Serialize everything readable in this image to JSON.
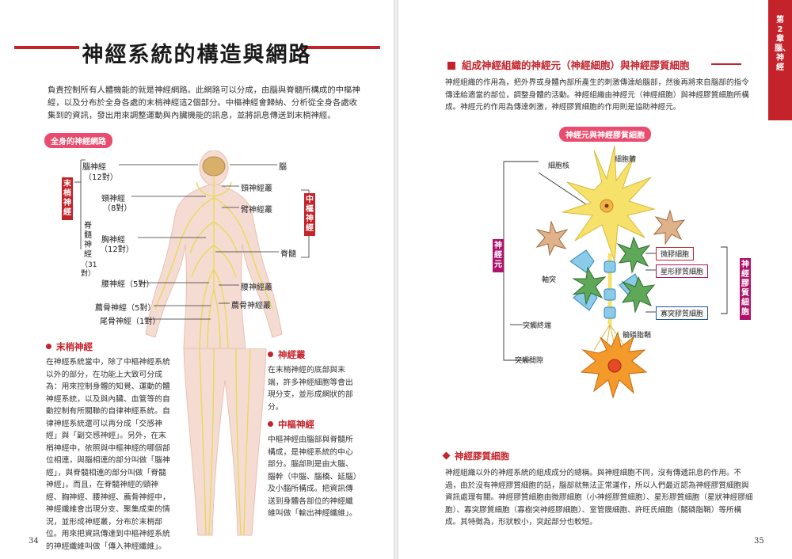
{
  "left_page": {
    "title": "神經系統的構造與網路",
    "intro": "負責控制所有人體機能的就是神經網路。此網路可以分成，由腦與脊髓所構成的中樞神經，以及分布於全身各處的末梢神經這2個部分。中樞神經會歸納、分析從全身各處收集到的資訊，發出用來調整運動與內臟機能的訊息，並將訊息傳送到末梢神經。",
    "diagram_label": "全身的神經網路",
    "labels": {
      "cranial": "腦神經",
      "cranial_count": "（12對）",
      "cervical": "頸神經",
      "cervical_count": "（8對）",
      "thoracic": "胸神經",
      "thoracic_count": "（12對）",
      "lumbar": "腰神經（5對）",
      "sacral": "薦骨神經（5對）",
      "coccygeal": "尾骨神經（1對）",
      "spinal_vertical": "脊髓神經",
      "spinal_count": "（31對）",
      "peripheral_vertical": "末梢神經",
      "central_vertical": "中樞神經",
      "brain": "腦",
      "cervical_plexus": "頸神經叢",
      "brachial_plexus": "臂神經叢",
      "spinal_cord": "脊髓",
      "lumbar_plexus": "腰神經叢",
      "sacral_plexus": "薦骨神經叢"
    },
    "section_peripheral": {
      "heading": "末梢神經",
      "text": "在神經系統當中，除了中樞神經系統以外的部分，在功能上大致可分成為：用來控制身體的知覺、運動的體神經系統，以及與內臟、血管等的自動控制有所關聯的自律神經系統。自律神經系統還可以再分成「交感神經」與「副交感神經」。另外，在末梢神經中，依照與中樞神經的哪個部位相連，與腦相連的部分叫做「腦神經」，與脊髓相連的部分叫做「脊髓神經」。而且，在脊髓神經的頸神經、胸神經、腰神經、薦骨神經中，神經纖維會出現分支、聚集成束的情況，並形成神經叢，分布於末梢部位。用來把資訊傳達到中樞神經系統的神經纖維叫做「傳入神經纖維」。"
    },
    "section_plexus": {
      "heading": "神經叢",
      "text": "在末梢神經的底部與末端，許多神經細胞等會出現分支，並形成網狀的部分。"
    },
    "section_central": {
      "heading": "中樞神經",
      "text": "中樞神經由腦部與脊髓所構成，是神經系統的中心部分。腦部則是由大腦、腦幹（中腦、腦橋、延腦）及小腦所構成。把資訊傳送到身體各部位的神經纖維叫做「輸出神經纖維」。"
    },
    "page_number": "34"
  },
  "right_page": {
    "side_tab": "第2章 腦、神經",
    "heading": "組成神經組織的神經元（神經細胞）與神經膠質細胞",
    "intro": "神經組織的作用為，把外界或身體內部所產生的刺激傳達給腦部，然後再將來自腦部的指令傳達給適當的部位，調整身體的活動。神經組織由神經元（神經細胞）與神經膠質細胞所構成。神經元的作用為傳達刺激，神經膠質細胞的作用則是協助神經元。",
    "diagram_label": "神經元與神經膠質細胞",
    "labels": {
      "nucleus": "細胞核",
      "cell_body": "細胞體",
      "axon": "軸突",
      "terminal": "突觸終端",
      "synaptic_cleft": "突觸間隙",
      "myelin": "髓磷脂鞘",
      "microglia": "微膠細胞",
      "astrocyte": "星形膠質細胞",
      "oligodendrocyte": "寡突膠質細胞",
      "neuron_vertical": "神經元",
      "glia_vertical": "神經膠質細胞"
    },
    "sub_heading": "神經膠質細胞",
    "glia_text": "神經組織以外的神經系統的組成成分的總稱。與神經細胞不同，沒有傳遞訊息的作用。不過，由於沒有神經膠質細胞的話，腦部就無法正常運作，所以人們最近認為神經膠質細胞與資訊處理有關。神經膠質細胞由微膠細胞（小神經膠質細胞）、星形膠質細胞（星狀神經膠細胞）、寡突膠質細胞（寡樹突神經膠細胞）、室管膜細胞、許旺氏細胞（髓磷脂鞘）等所構成。其特徵為，形狀較小，突起部分也較短。",
    "page_number": "35"
  },
  "colors": {
    "accent_red": "#c4232b",
    "pill_pink": "#e94c6e",
    "nerve_yellow": "#e8d85c",
    "glia_purple": "#b0136c",
    "glia_blue": "#1f55a8"
  }
}
